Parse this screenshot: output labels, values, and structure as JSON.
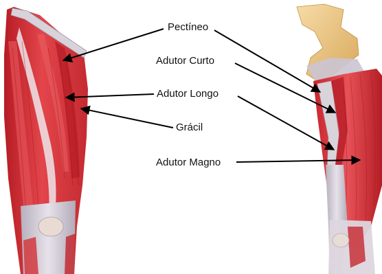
{
  "labels": {
    "pectineo": "Pectíneo",
    "adutor_curto": "Adutor Curto",
    "adutor_longo": "Adutor Longo",
    "gracil": "Grácil",
    "adutor_magno": "Adutor Magno"
  },
  "colors": {
    "muscle_red": "#d8323a",
    "muscle_dark": "#a9181f",
    "muscle_light": "#ef6a6a",
    "tendon": "#d9d4dc",
    "tendon_shadow": "#a9a3b0",
    "bone": "#eec98a",
    "arrow": "#000000",
    "text": "#111111"
  }
}
